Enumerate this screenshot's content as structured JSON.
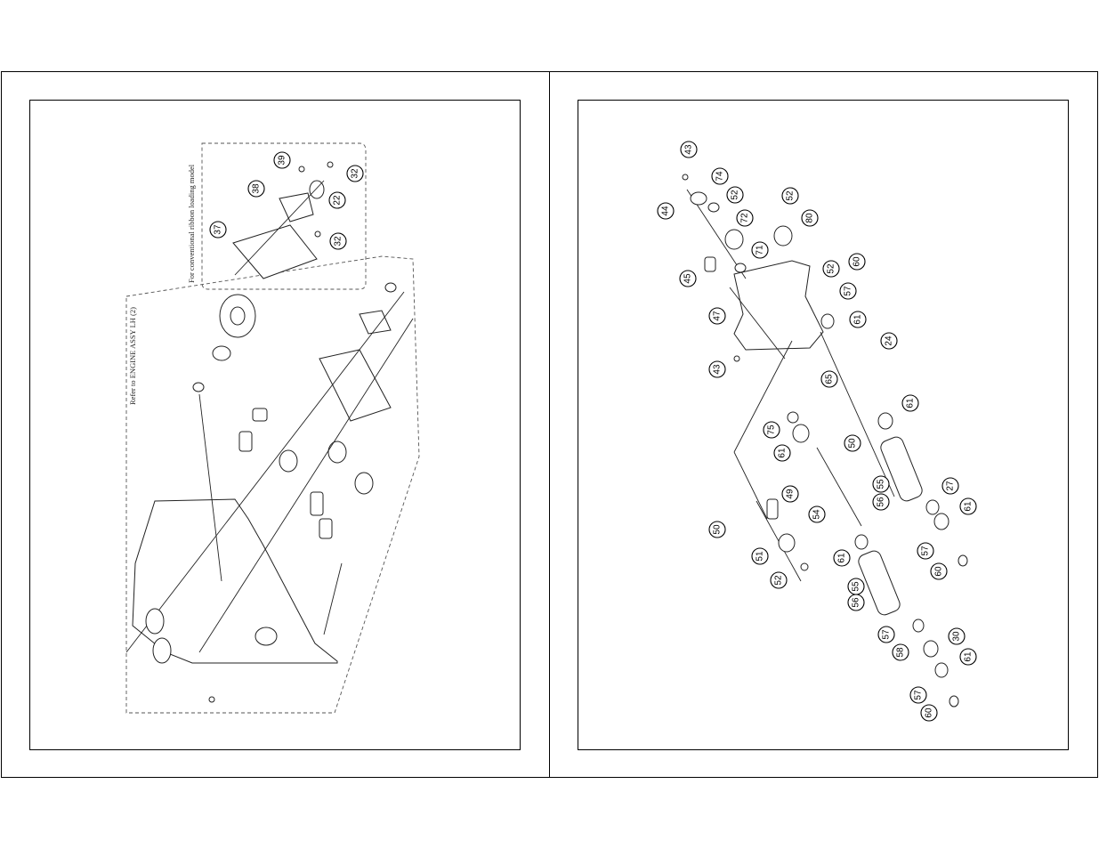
{
  "left_panel": {
    "notes": {
      "conventional": "For conventional ribbon loading model",
      "refer": "Refer to ENGINE ASSY LH (2)"
    },
    "callouts": [
      "39",
      "38",
      "37",
      "22",
      "32",
      "32"
    ]
  },
  "right_panel": {
    "callouts": [
      "43",
      "44",
      "74",
      "52",
      "72",
      "52",
      "80",
      "71",
      "45",
      "52",
      "60",
      "47",
      "57",
      "61",
      "43",
      "24",
      "65",
      "61",
      "75",
      "50",
      "61",
      "55",
      "56",
      "27",
      "50",
      "49",
      "54",
      "61",
      "51",
      "57",
      "60",
      "61",
      "52",
      "55",
      "56",
      "57",
      "30",
      "58",
      "61",
      "57",
      "60"
    ]
  }
}
